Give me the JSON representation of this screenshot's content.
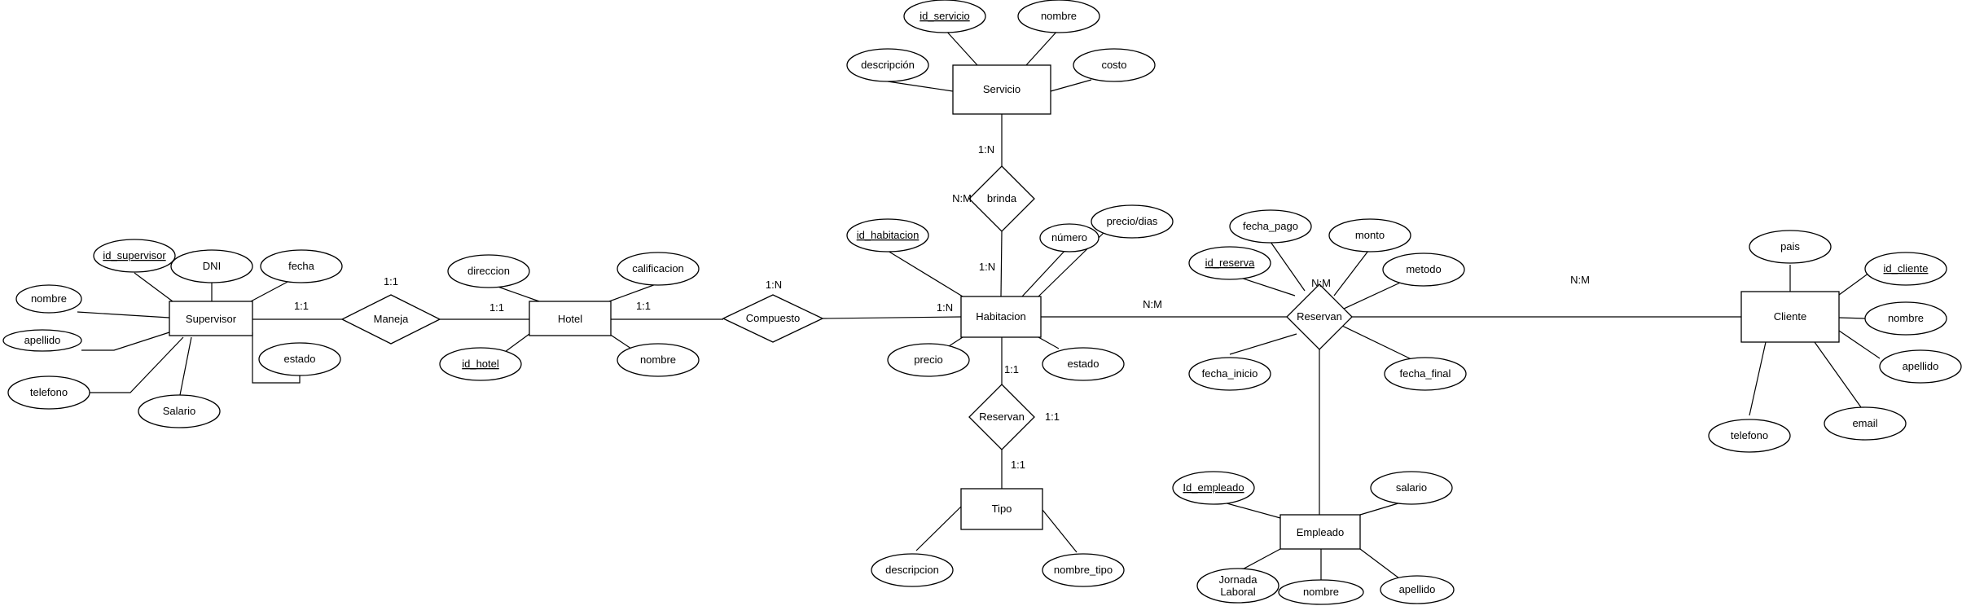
{
  "entities": {
    "supervisor": "Supervisor",
    "hotel": "Hotel",
    "habitacion": "Habitacion",
    "servicio": "Servicio",
    "tipo": "Tipo",
    "cliente": "Cliente",
    "empleado": "Empleado"
  },
  "relationships": {
    "maneja": "Maneja",
    "compuesto": "Compuesto",
    "brinda": "brinda",
    "reservan_tipo": "Reservan",
    "reservan": "Reservan"
  },
  "attributes": {
    "id_supervisor": "id_supervisor",
    "dni": "DNI",
    "fecha": "fecha",
    "sup_nombre": "nombre",
    "sup_apellido": "apellido",
    "sup_telefono": "telefono",
    "salario_sup": "Salario",
    "estado_sup": "estado",
    "direccion": "direccion",
    "calificacion": "calificacion",
    "id_hotel": "id_hotel",
    "hotel_nombre": "nombre",
    "id_servicio": "id_servicio",
    "serv_nombre": "nombre",
    "serv_descripcion": "descripción",
    "costo": "costo",
    "id_habitacion": "id_habitacion",
    "numero": "número",
    "precio_dias": "precio/dias",
    "precio": "precio",
    "hab_estado": "estado",
    "tipo_descripcion": "descripcion",
    "nombre_tipo": "nombre_tipo",
    "fecha_pago": "fecha_pago",
    "monto": "monto",
    "id_reserva": "id_reserva",
    "metodo": "metodo",
    "fecha_inicio": "fecha_inicio",
    "fecha_final": "fecha_final",
    "id_empleado": "Id_empleado",
    "emp_salario": "salario",
    "jornada_1": "Jornada",
    "jornada_2": "Laboral",
    "emp_nombre": "nombre",
    "emp_apellido": "apellido",
    "pais": "pais",
    "id_cliente": "id_cliente",
    "cli_nombre": "nombre",
    "cli_apellido": "apellido",
    "email": "email",
    "cli_telefono": "telefono"
  },
  "cardinalities": {
    "sup_maneja": "1:1",
    "maneja_top": "1:1",
    "maneja_hotel": "1:1",
    "hotel_compuesto": "1:1",
    "compuesto_top": "1:N",
    "compuesto_hab": "1:N",
    "servicio_brinda": "1:N",
    "brinda_left": "N:M",
    "brinda_hab": "1:N",
    "hab_reservan": "1:1",
    "reservan_right": "1:1",
    "reservan_tipo": "1:1",
    "hab_reservan_nm": "N:M",
    "reservan_top": "N:M",
    "cliente_nm": "N:M"
  }
}
